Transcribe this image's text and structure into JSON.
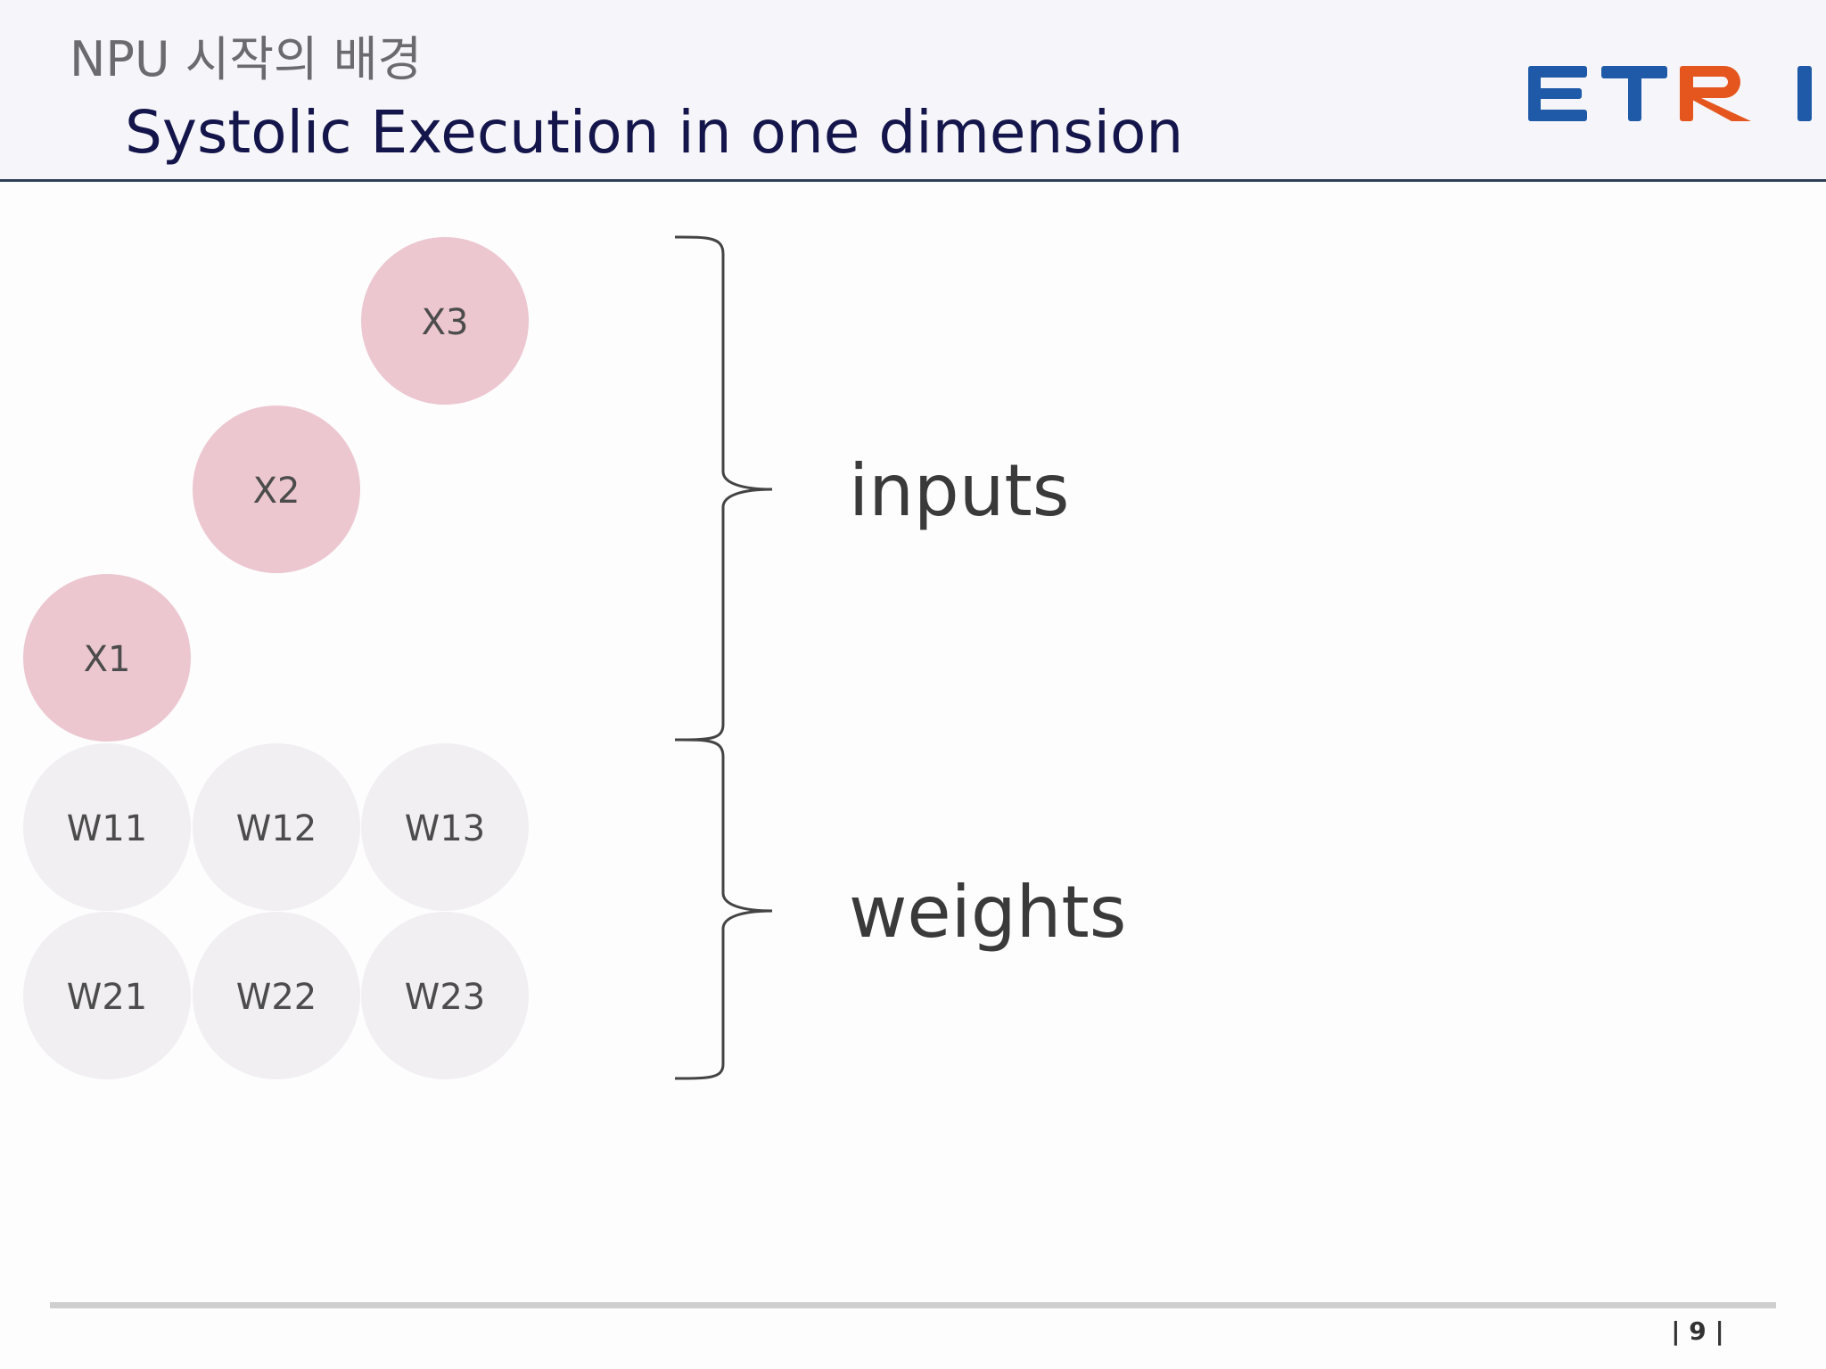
{
  "header": {
    "subtitle": "NPU 시작의 배경",
    "title": "Systolic Execution in one dimension",
    "logo_text": "ETRI",
    "logo_colors": {
      "blue": "#1f5aa8",
      "orange": "#e4561e"
    }
  },
  "diagram": {
    "inputs": [
      "X1",
      "X2",
      "X3"
    ],
    "weights": [
      [
        "W11",
        "W12",
        "W13"
      ],
      [
        "W21",
        "W22",
        "W23"
      ]
    ],
    "labels": {
      "inputs": "inputs",
      "weights": "weights"
    },
    "colors": {
      "input_fill": "#ecc7d0",
      "weight_fill": "#f1eff2",
      "brace": "#444444"
    }
  },
  "footer": {
    "page_label": "| 9 |"
  }
}
